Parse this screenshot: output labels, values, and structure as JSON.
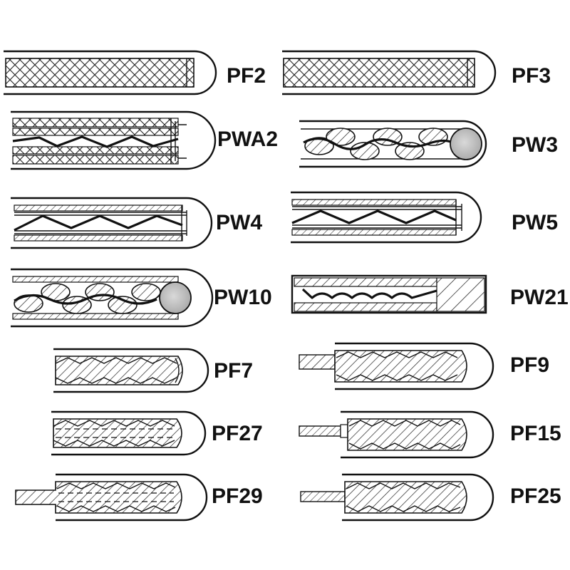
{
  "figure": {
    "labels": {
      "pf2": "PF2",
      "pf3": "PF3",
      "pwa2": "PWA2",
      "pw3": "PW3",
      "pw4": "PW4",
      "pw5": "PW5",
      "pw10": "PW10",
      "pw21": "PW21",
      "pf7": "PF7",
      "pf9": "PF9",
      "pf27": "PF27",
      "pf15": "PF15",
      "pf29": "PF29",
      "pf25": "PF25"
    }
  }
}
